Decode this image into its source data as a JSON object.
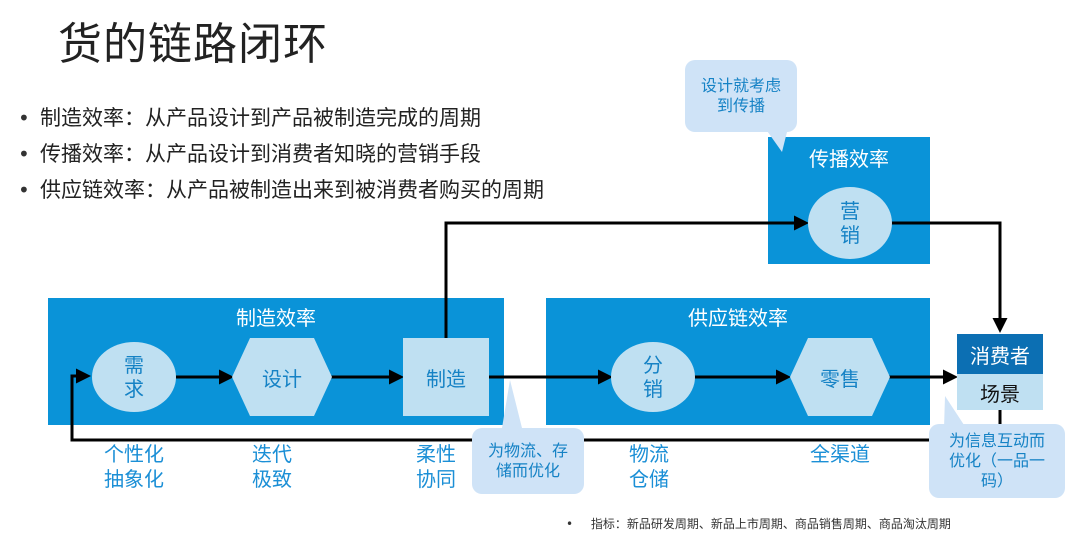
{
  "title": "货的链路闭环",
  "bullets": [
    "制造效率：从产品设计到产品被制造完成的周期",
    "传播效率：从产品设计到消费者知晓的营销手段",
    "供应链效率：从产品被制造出来到被消费者购买的周期"
  ],
  "panels": {
    "manufacturing": "制造效率",
    "supply_chain": "供应链效率",
    "spread": "传播效率"
  },
  "nodes": {
    "demand": [
      "需",
      "求"
    ],
    "design": "设计",
    "manufacture": "制造",
    "distribution": [
      "分",
      "销"
    ],
    "retail": "零售",
    "marketing": [
      "营",
      "销"
    ],
    "consumer": "消费者",
    "scene": "场景"
  },
  "bottom_labels": {
    "personalized": [
      "个性化",
      "抽象化"
    ],
    "iteration": [
      "迭代",
      "极致"
    ],
    "flexible": [
      "柔性",
      "协同"
    ],
    "logistics": [
      "物流",
      "仓储"
    ],
    "omnichannel": "全渠道"
  },
  "callouts": {
    "spread_design": [
      "设计就考虑",
      "到传播"
    ],
    "logistics_opt": [
      "为物流、存",
      "储而优化"
    ],
    "info_interaction": [
      "为信息互动而",
      "优化（一品一",
      "码）"
    ]
  },
  "footnote": {
    "bullet": "•",
    "text": "指标：新品研发周期、新品上市周期、商品销售周期、商品淘汰周期"
  }
}
